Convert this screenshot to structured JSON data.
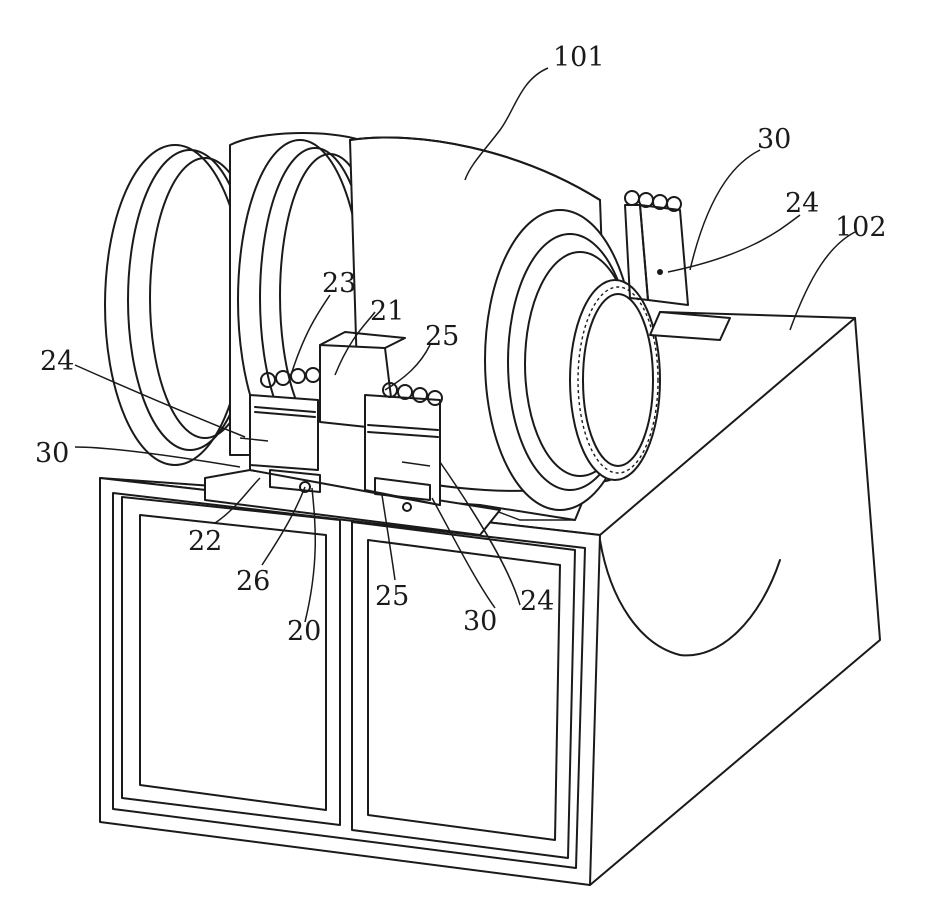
{
  "labels": {
    "drum": "101",
    "base": "102",
    "clamp_top_right": "30",
    "bolt_top_right": "24",
    "bracket_23": "23",
    "block_21": "21",
    "pad_25_top": "25",
    "bolt_left": "24",
    "clamp_left": "30",
    "plate_22": "22",
    "screw_26": "26",
    "frame_20": "20",
    "pad_25_bottom": "25",
    "clamp_bottom_right": "30",
    "bolt_bottom_right": "24"
  }
}
